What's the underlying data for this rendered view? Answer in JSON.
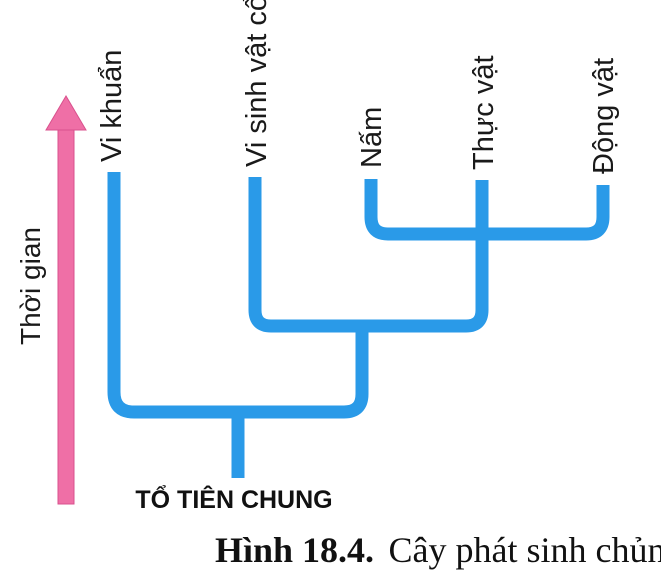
{
  "diagram": {
    "axis_label": "Thời gian",
    "root_label": "TỔ TIÊN CHUNG",
    "taxa": [
      {
        "id": "vi-khuan",
        "label": "Vi khuẩn"
      },
      {
        "id": "vi-sinh-vat-co",
        "label": "Vi sinh vật cổ"
      },
      {
        "id": "nam",
        "label": "Nấm"
      },
      {
        "id": "thuc-vat",
        "label": "Thực vật"
      },
      {
        "id": "dong-vat",
        "label": "Động vật"
      }
    ],
    "colors": {
      "branch": "#2a9ae8",
      "branch_edge": "#1c74c4",
      "arrow": "#ef6fa6",
      "arrow_edge": "#d9518d",
      "text": "#1a1a1a"
    }
  },
  "caption": {
    "number": "Hình 18.4.",
    "title": "Cây phát sinh chủng loại"
  }
}
